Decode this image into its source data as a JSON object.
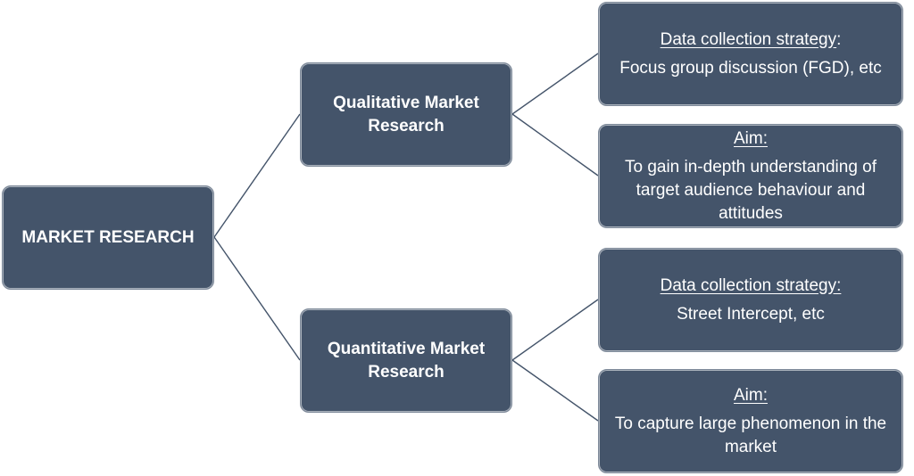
{
  "root": {
    "label": "MARKET RESEARCH"
  },
  "branches": [
    {
      "label": "Qualitative Market Research",
      "data_collection": {
        "heading": "Data collection strategy",
        "heading_suffix": ":",
        "text": "Focus group discussion (FGD), etc"
      },
      "aim": {
        "heading": "Aim:",
        "text": "To gain in-depth understanding of target audience behaviour and attitudes"
      }
    },
    {
      "label": "Quantitative Market Research",
      "data_collection": {
        "heading": "Data collection strategy:",
        "heading_suffix": "",
        "text": "Street Intercept, etc"
      },
      "aim": {
        "heading": "Aim:",
        "text": "To capture large phenomenon in the market"
      }
    }
  ],
  "colors": {
    "node_fill": "#44546a",
    "node_text": "#ffffff",
    "connector": "#44546a"
  }
}
